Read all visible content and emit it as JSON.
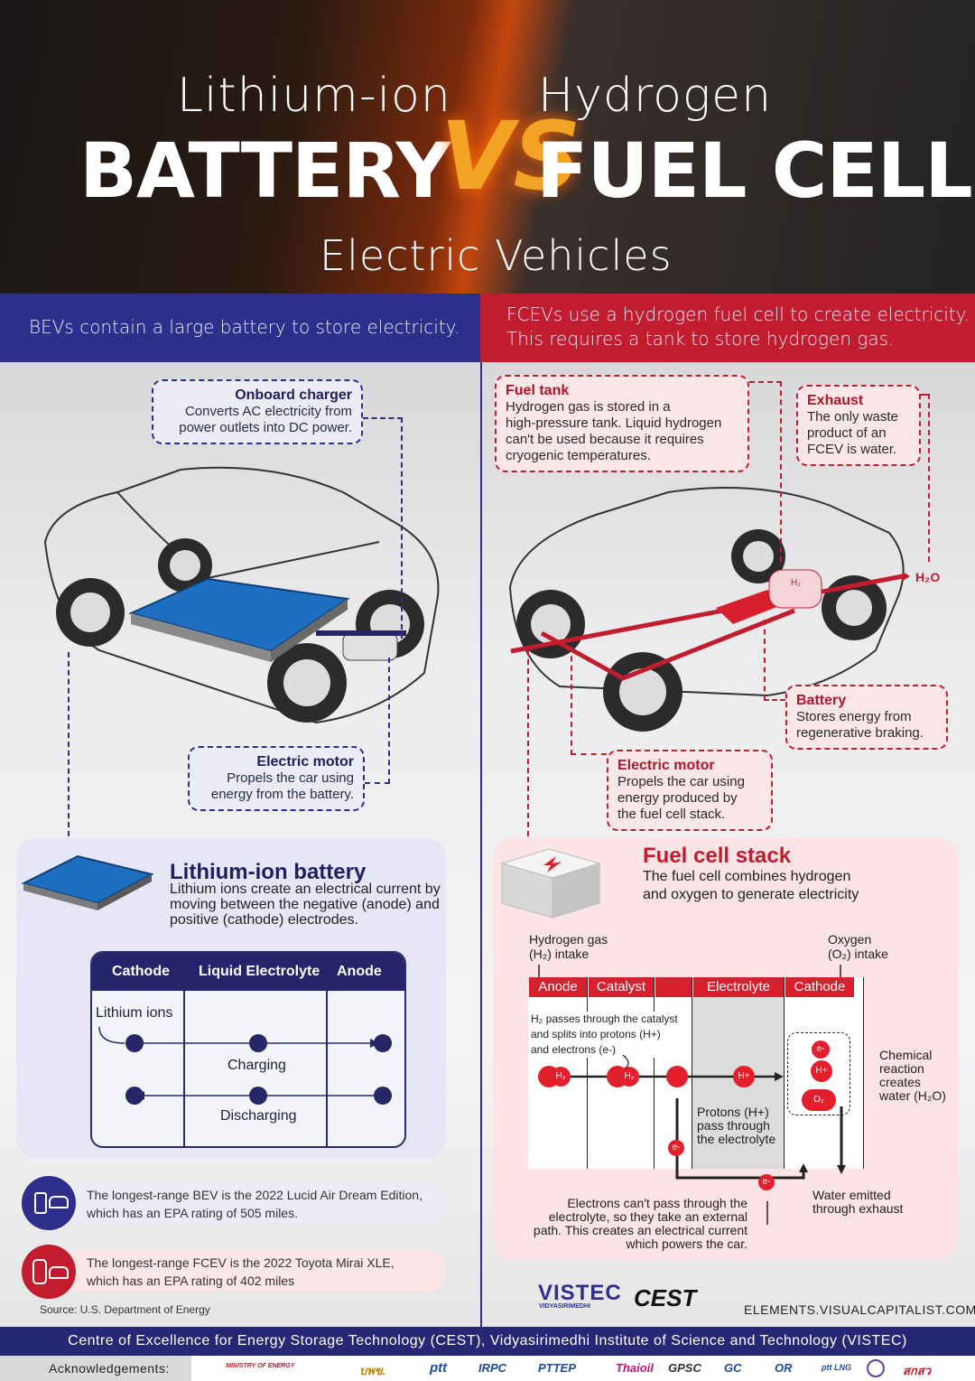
{
  "header": {
    "left_small": "Lithium-ion",
    "left_big": "BATTERY",
    "vs": "VS",
    "right_small": "Hydrogen",
    "right_big": "FUEL CELL",
    "subtitle": "Electric Vehicles"
  },
  "banners": {
    "bev": "BEVs contain a large battery to store electricity.",
    "fcev_line1": "FCEVs use a hydrogen fuel cell to create electricity.",
    "fcev_line2": "This requires a tank to store hydrogen gas."
  },
  "bev": {
    "onboard_charger": {
      "title": "Onboard charger",
      "line1": "Converts AC electricity from",
      "line2": "power outlets into DC power."
    },
    "electric_motor": {
      "title": "Electric motor",
      "line1": "Propels the car using",
      "line2": "energy from the battery."
    }
  },
  "fcev": {
    "fuel_tank": {
      "title": "Fuel tank",
      "line1": "Hydrogen gas is stored in a",
      "line2": "high-pressure tank. Liquid hydrogen",
      "line3": "can't be used because it requires",
      "line4": "cryogenic temperatures."
    },
    "exhaust": {
      "title": "Exhaust",
      "line1": "The only waste",
      "line2": "product of an",
      "line3": "FCEV is water."
    },
    "battery": {
      "title": "Battery",
      "line1": "Stores energy from",
      "line2": "regenerative braking."
    },
    "electric_motor": {
      "title": "Electric motor",
      "line1": "Propels the car using",
      "line2": "energy produced by",
      "line3": "the fuel cell stack."
    },
    "h2o_label": "H₂O",
    "h2_label": "H₂"
  },
  "li_battery": {
    "title": "Lithium-ion battery",
    "line1": "Lithium ions create an electrical current by",
    "line2": "moving between the negative (anode) and",
    "line3": "positive (cathode) electrodes.",
    "headers": [
      "Cathode",
      "Liquid Electrolyte",
      "Anode"
    ],
    "ions_label": "Lithium ions",
    "charging": "Charging",
    "discharging": "Discharging"
  },
  "fuel_cell": {
    "title": "Fuel cell stack",
    "line1": "The fuel cell combines hydrogen",
    "line2": "and oxygen to generate electricity",
    "h2_intake_1": "Hydrogen gas",
    "h2_intake_2": "(H₂) intake",
    "o2_intake_1": "Oxygen",
    "o2_intake_2": "(O₂) intake",
    "headers": [
      "Anode",
      "Catalyst",
      "Electrolyte",
      "Cathode"
    ],
    "anode_note_1": "H₂ passes through the catalyst",
    "anode_note_2": "and splits into protons (H+)",
    "anode_note_3": "and electrons (e-)",
    "protons_1": "Protons (H+)",
    "protons_2": "pass through",
    "protons_3": "the electrolyte",
    "chem_1": "Chemical",
    "chem_2": "reaction",
    "chem_3": "creates",
    "chem_4": "water (H₂O)",
    "water_1": "Water emitted",
    "water_2": "through exhaust",
    "electrons_1": "Electrons can't pass through the",
    "electrons_2": "electrolyte, so they take an external",
    "electrons_3": "path. This creates an electrical current",
    "electrons_4": "which powers the car.",
    "dot_h2": "H₂",
    "dot_hplus": "H+",
    "dot_eminus": "e-",
    "dot_o2": "O₂"
  },
  "facts": {
    "bev_1": "The longest-range BEV is the 2022 Lucid Air Dream Edition,",
    "bev_2": "which has an EPA rating of 505 miles.",
    "fcev_1": "The longest-range FCEV is the 2022 Toyota Mirai XLE,",
    "fcev_2": "which has an EPA rating of 402 miles"
  },
  "source": "Source: U.S. Department of Energy",
  "site": "ELEMENTS.VISUALCAPITALIST.COM",
  "logos": {
    "vistec": "VISTEC",
    "vistec_sub": "VIDYASIRIMEDHI",
    "cest": "CEST"
  },
  "footer": {
    "org": "Centre of Excellence for Energy Storage Technology (CEST), Vidyasirimedhi Institute of Science and Technology (VISTEC)",
    "ack": "Acknowledgements:",
    "sponsors": [
      "MINISTRY OF ENERGY",
      "บพข.",
      "ptt",
      "IRPC",
      "PTTEP",
      "Thaioil",
      "GPSC",
      "GC",
      "OR",
      "ptt LNG",
      "สกสว"
    ]
  },
  "colors": {
    "blue": "#2e2f8c",
    "red": "#c21d2f",
    "orange": "#f2a323"
  }
}
